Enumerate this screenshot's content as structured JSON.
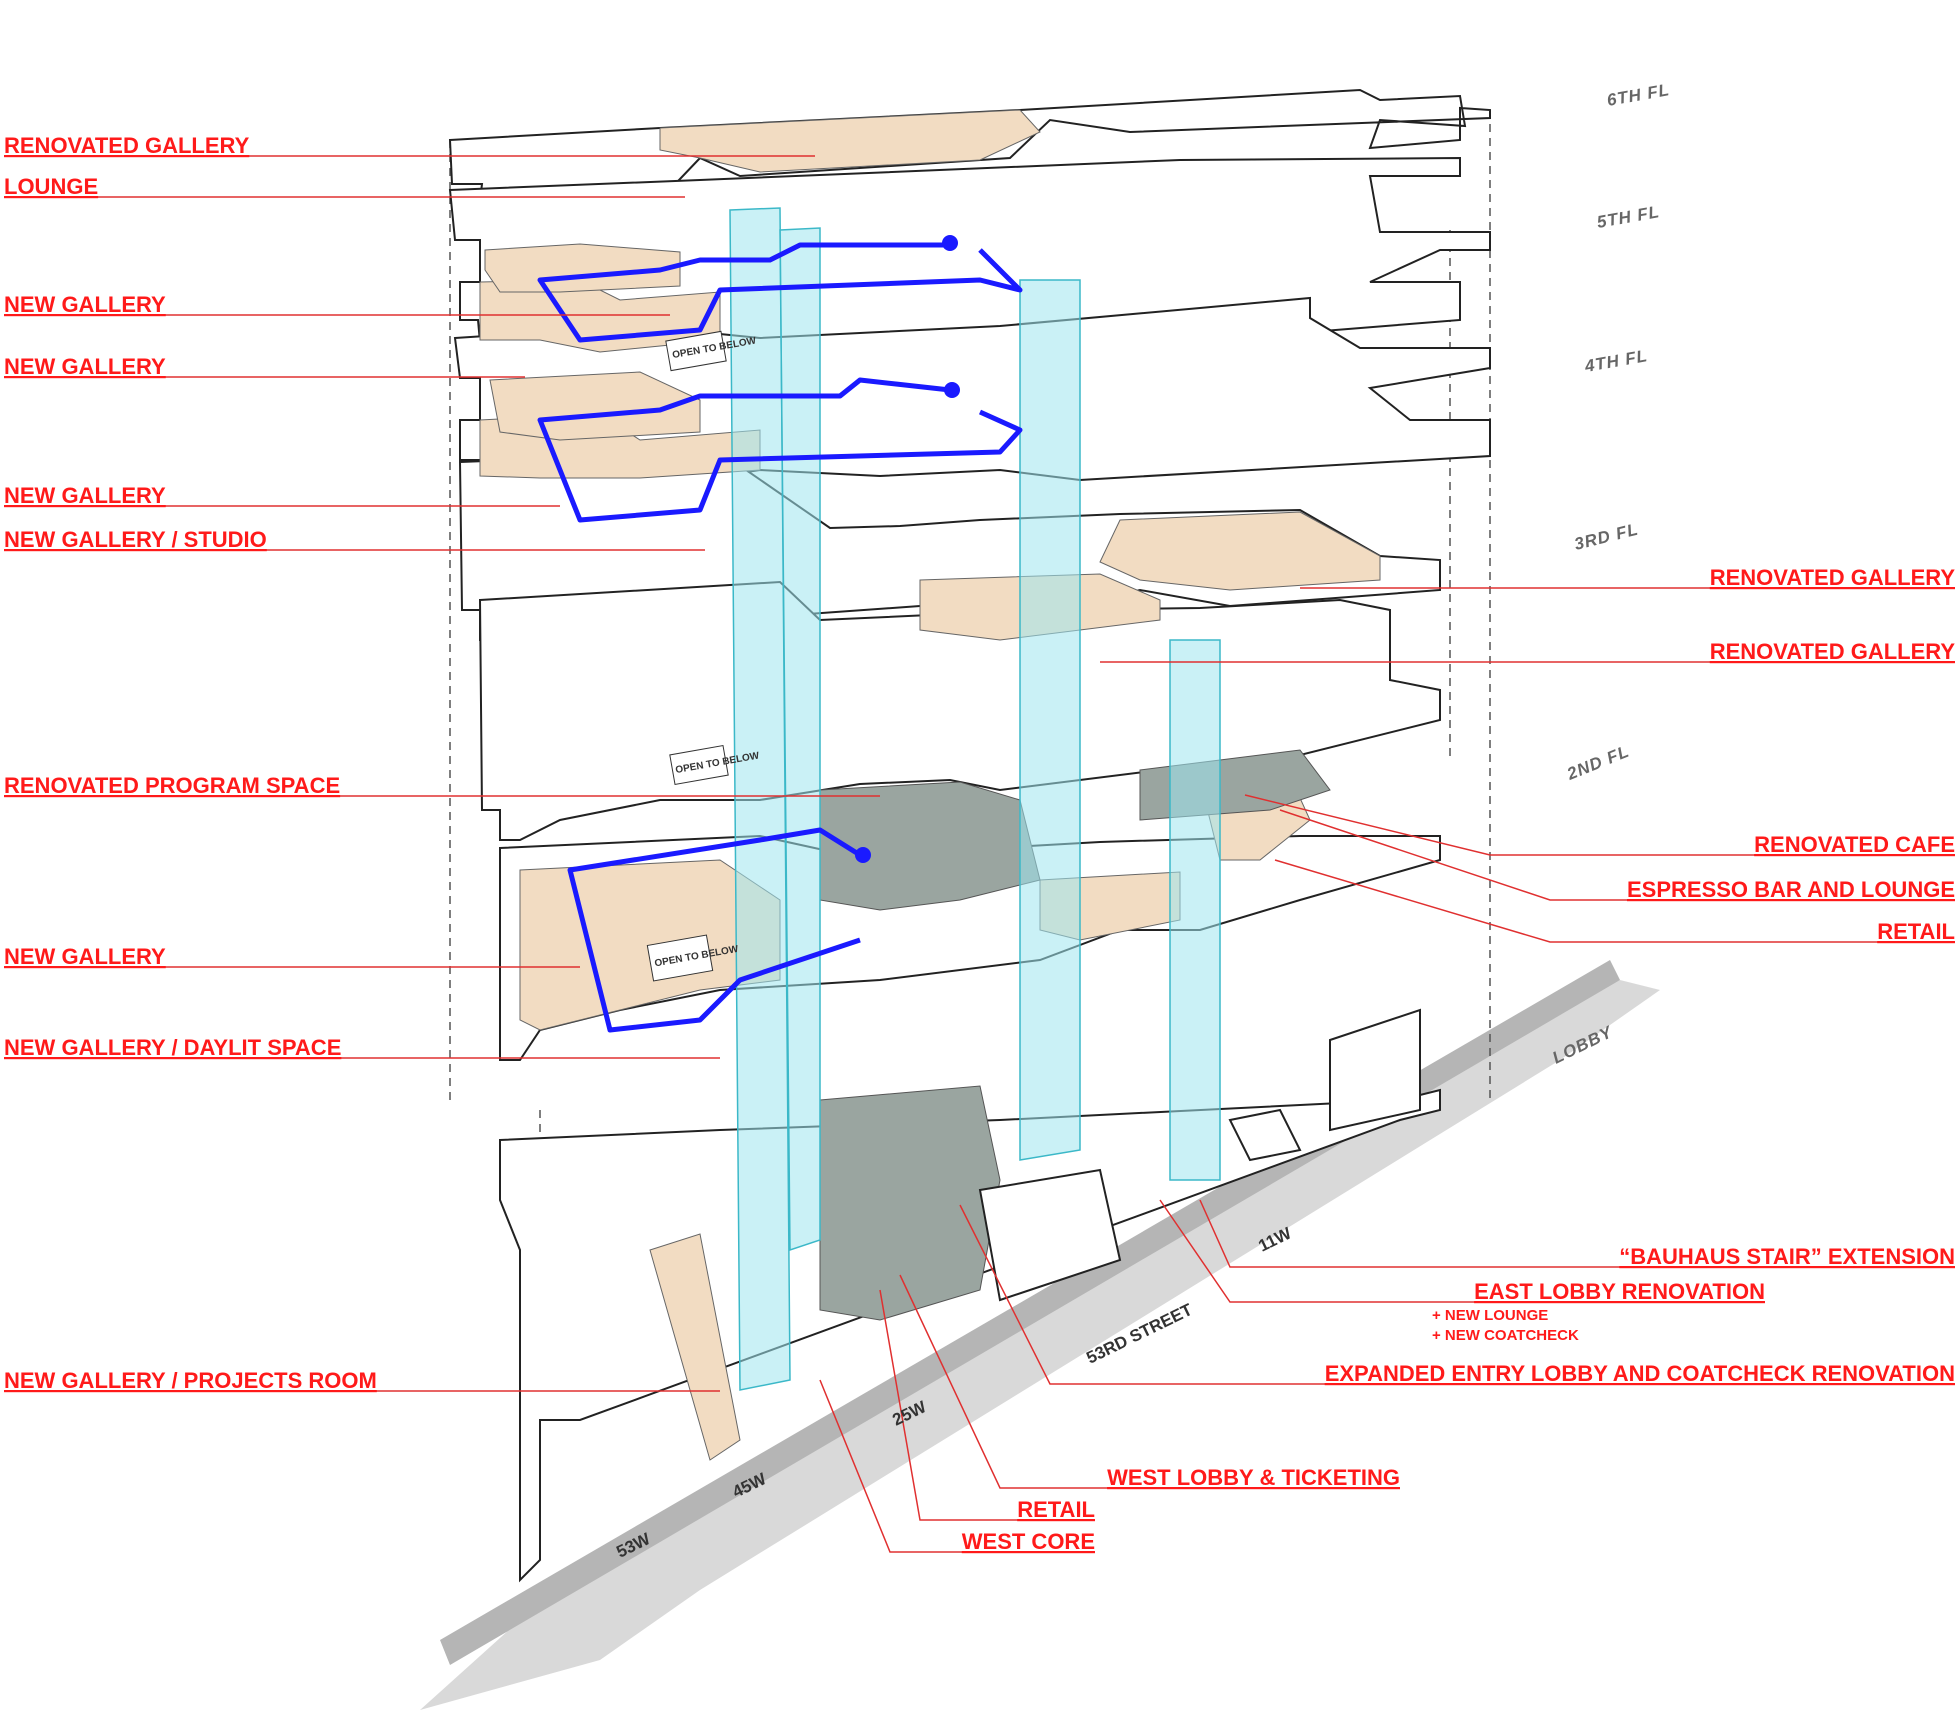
{
  "colors": {
    "label": "#ff1a1a",
    "leader": "#e03030",
    "circulation": "#1a1aff",
    "gallery_floor": "#f2dcc2",
    "core_glass": "#9fe6ee",
    "slab": "#ffffff",
    "outline": "#222222"
  },
  "floor_labels": [
    "6TH FL",
    "5TH FL",
    "4TH FL",
    "3RD FL",
    "2ND FL",
    "LOBBY"
  ],
  "street_labels": [
    "53RD STREET",
    "53W",
    "45W",
    "25W",
    "11W"
  ],
  "open_to_below": "OPEN TO BELOW",
  "left_callouts": [
    "RENOVATED GALLERY",
    "LOUNGE",
    "NEW GALLERY",
    "NEW GALLERY",
    "NEW GALLERY",
    "NEW GALLERY / STUDIO",
    "RENOVATED PROGRAM SPACE",
    "NEW GALLERY",
    "NEW GALLERY / DAYLIT SPACE",
    "NEW GALLERY  / PROJECTS ROOM"
  ],
  "right_callouts": [
    "RENOVATED GALLERY",
    "RENOVATED GALLERY",
    "RENOVATED CAFE",
    "ESPRESSO BAR AND LOUNGE",
    "RETAIL",
    "“BAUHAUS STAIR” EXTENSION",
    "EAST LOBBY RENOVATION",
    "EXPANDED ENTRY LOBBY AND COATCHECK RENOVATION"
  ],
  "east_lobby_notes": [
    "+ NEW LOUNGE",
    "+ NEW COATCHECK"
  ],
  "bottom_callouts": [
    "WEST LOBBY & TICKETING",
    "RETAIL",
    "WEST CORE"
  ]
}
